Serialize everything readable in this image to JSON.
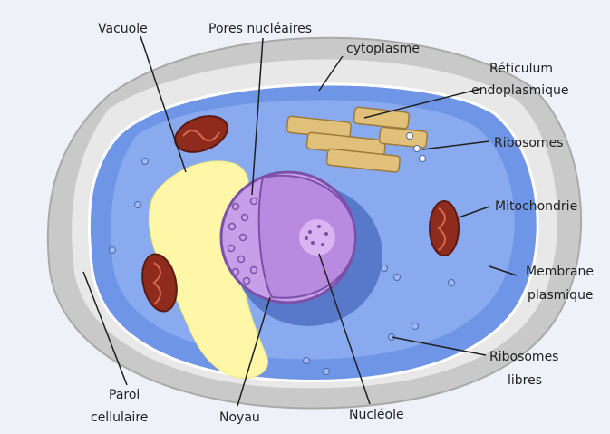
{
  "labels": {
    "vacuole": "Vacuole",
    "pores": "Pores nucléaires",
    "cytoplasme": "cytoplasme",
    "reticulum_1": "Réticulum",
    "reticulum_2": "endoplasmique",
    "ribosomes": "Ribosomes",
    "mitochondrie": "Mitochondrie",
    "membrane_1": "Membrane",
    "membrane_2": "plasmique",
    "ribosomes_libres_1": "Ribosomes",
    "ribosomes_libres_2": "libres",
    "paroi_1": "Paroi",
    "paroi_2": "cellulaire",
    "noyau": "Noyau",
    "nucleole": "Nucléole"
  },
  "colors": {
    "background": "#eef2f8",
    "cell_wall": "#c9c9c9",
    "cytoplasm": "#6f96e6",
    "vacuole": "#fff7a8",
    "nucleus": "#c79ee8",
    "mitochondria": "#8e2b1c",
    "reticulum": "#e1c07a"
  }
}
